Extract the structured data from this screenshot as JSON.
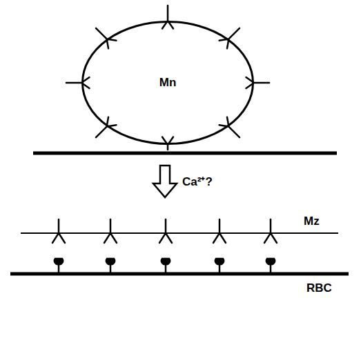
{
  "diagram": {
    "nodes": [
      {
        "text": [
          "Mn"
        ]
      }
    ],
    "labels": [
      "Ca²⁺?",
      "Mz",
      "RBC"
    ]
  }
}
